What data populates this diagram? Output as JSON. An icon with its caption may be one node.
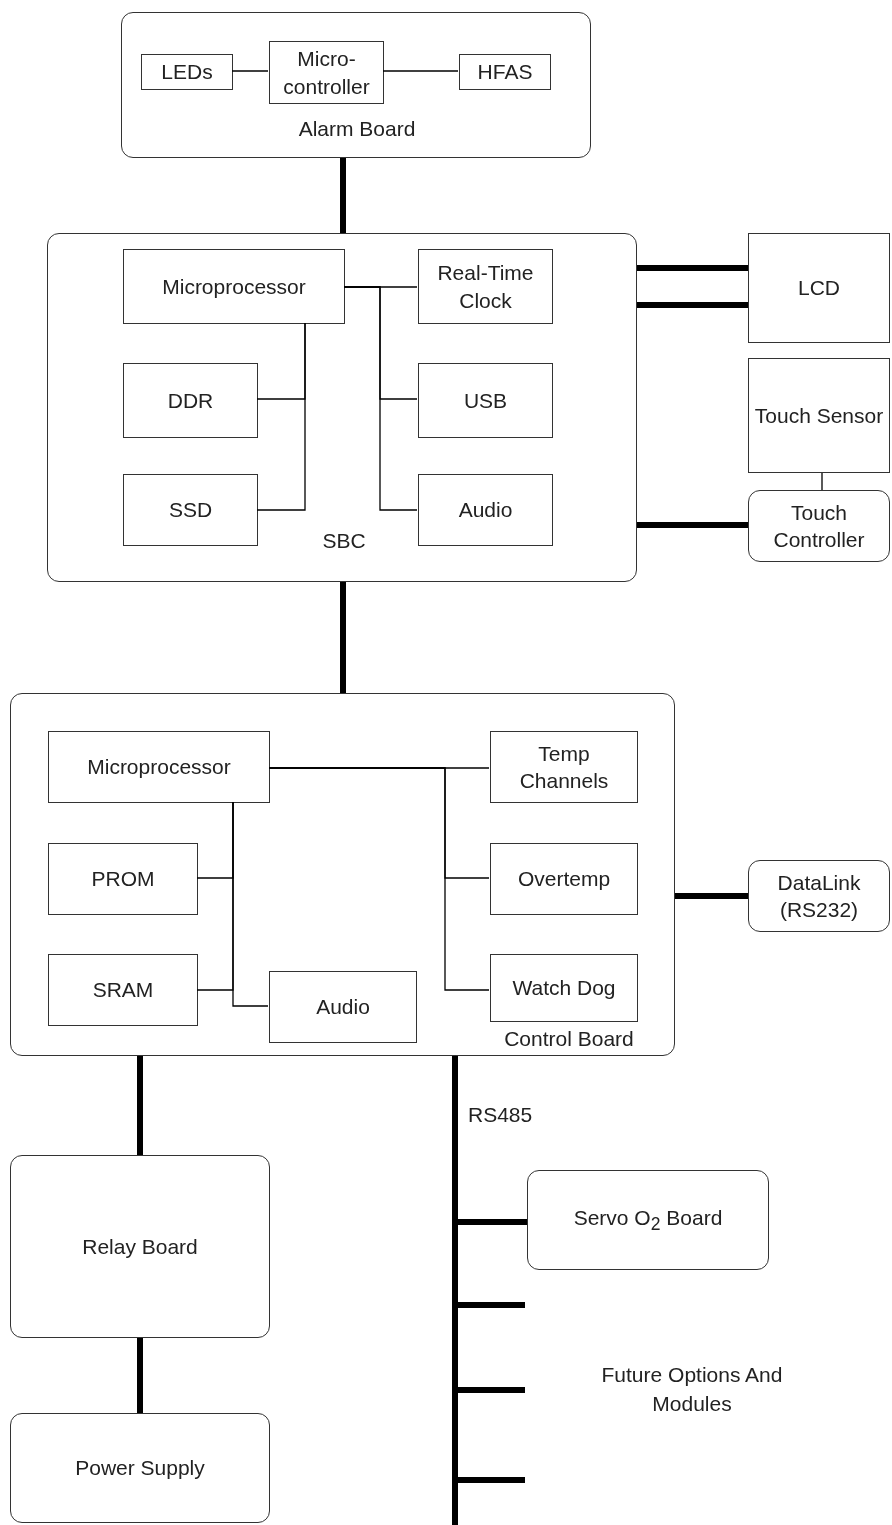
{
  "diagram": {
    "nodes": [
      {
        "text": [
          "Alarm Board"
        ]
      },
      {
        "text": [
          "LEDs"
        ],
        "in": 0
      },
      {
        "text": [
          "Micro-controller"
        ],
        "in": 0
      },
      {
        "text": [
          "HFAS"
        ],
        "in": 0
      },
      {
        "text": [
          "SBC"
        ]
      },
      {
        "text": [
          "Microprocessor"
        ],
        "in": 4
      },
      {
        "text": [
          "Real-Time Clock"
        ],
        "in": 4
      },
      {
        "text": [
          "DDR"
        ],
        "in": 4
      },
      {
        "text": [
          "USB"
        ],
        "in": 4
      },
      {
        "text": [
          "SSD"
        ],
        "in": 4
      },
      {
        "text": [
          "Audio"
        ],
        "in": 4
      },
      {
        "text": [
          "LCD"
        ]
      },
      {
        "text": [
          "Touch Sensor"
        ]
      },
      {
        "text": [
          "Touch Controller"
        ]
      },
      {
        "text": [
          "Control Board"
        ]
      },
      {
        "text": [
          "Microprocessor"
        ],
        "in": 14
      },
      {
        "text": [
          "Temp Channels"
        ],
        "in": 14
      },
      {
        "text": [
          "PROM"
        ],
        "in": 14
      },
      {
        "text": [
          "Overtemp"
        ],
        "in": 14
      },
      {
        "text": [
          "SRAM"
        ],
        "in": 14
      },
      {
        "text": [
          "Audio"
        ],
        "in": 14
      },
      {
        "text": [
          "Watch Dog"
        ],
        "in": 14
      },
      {
        "text": [
          "DataLink (RS232)"
        ]
      },
      {
        "text": [
          "Relay Board"
        ]
      },
      {
        "text": [
          "Servo O$_{2}$ Board"
        ]
      },
      {
        "text": [
          "Power Supply"
        ]
      }
    ],
    "edges": [
      {
        "from": 1,
        "to": 2,
        "arrow": "none"
      },
      {
        "from": 2,
        "to": 3,
        "arrow": "none"
      },
      {
        "from": 0,
        "to": 4,
        "arrow": "none",
        "style": "thick"
      },
      {
        "from": 5,
        "to": 6,
        "arrow": "none"
      },
      {
        "from": 5,
        "to": 8,
        "arrow": "none"
      },
      {
        "from": 5,
        "to": 10,
        "arrow": "none"
      },
      {
        "from": 5,
        "to": 7,
        "arrow": "none"
      },
      {
        "from": 5,
        "to": 9,
        "arrow": "none"
      },
      {
        "from": 4,
        "to": 11,
        "arrow": "none",
        "style": "thick"
      },
      {
        "from": 4,
        "to": 11,
        "arrow": "none",
        "style": "thick"
      },
      {
        "from": 12,
        "to": 13,
        "arrow": "none"
      },
      {
        "from": 4,
        "to": 13,
        "arrow": "none",
        "style": "thick"
      },
      {
        "from": 4,
        "to": 14,
        "arrow": "none",
        "style": "thick"
      },
      {
        "from": 15,
        "to": 16,
        "arrow": "none"
      },
      {
        "from": 15,
        "to": 18,
        "arrow": "none"
      },
      {
        "from": 15,
        "to": 21,
        "arrow": "none"
      },
      {
        "from": 15,
        "to": 17,
        "arrow": "none"
      },
      {
        "from": 15,
        "to": 19,
        "arrow": "none"
      },
      {
        "from": 15,
        "to": 20,
        "arrow": "none"
      },
      {
        "from": 14,
        "to": 22,
        "arrow": "none",
        "style": "thick"
      },
      {
        "from": 14,
        "to": 23,
        "arrow": "none",
        "style": "thick"
      },
      {
        "from": 23,
        "to": 25,
        "arrow": "none",
        "style": "thick"
      },
      {
        "from": 14,
        "to": 24,
        "arrow": "none",
        "style": "thick",
        "label": "RS485"
      },
      {
        "from": 14,
        "to": null,
        "arrow": "none",
        "style": "thick"
      },
      {
        "from": 14,
        "to": null,
        "arrow": "none",
        "style": "thick"
      },
      {
        "from": 14,
        "to": null,
        "arrow": "none",
        "style": "thick"
      },
      {
        "from": 14,
        "to": null,
        "arrow": "none",
        "style": "thick"
      }
    ],
    "labels": [
      "Future Options And Modules"
    ]
  }
}
